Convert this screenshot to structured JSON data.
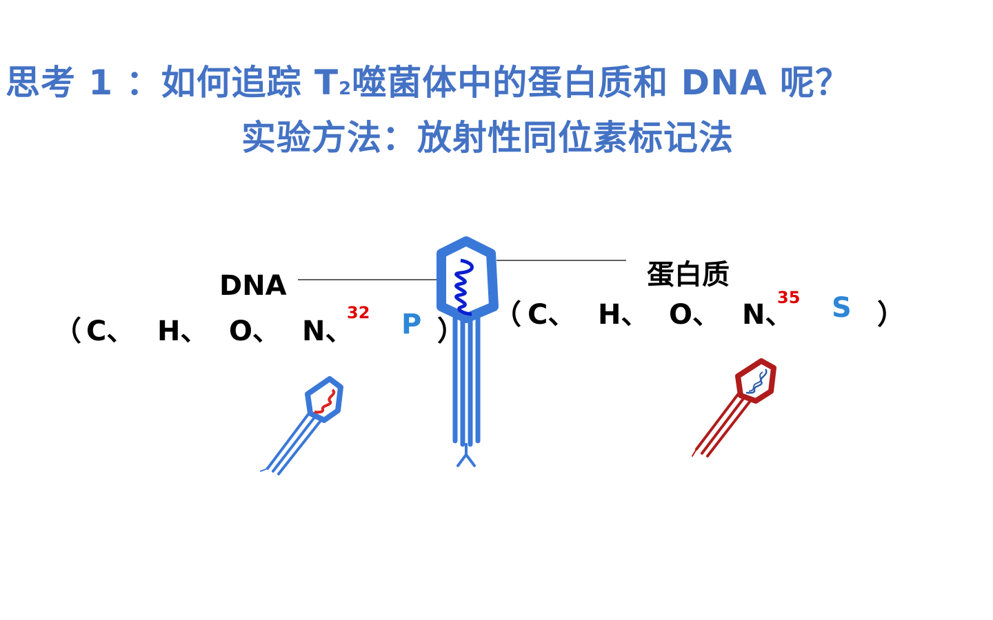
{
  "title": {
    "line1_prefix": "思考 1 ：如何追踪 T",
    "line1_subscript": "2",
    "line1_suffix": "噬菌体中的蛋白质和 DNA 呢？",
    "line2": "实验方法：放射性同位素标记法"
  },
  "dna": {
    "label": "DNA",
    "open_paren": "（",
    "elements": [
      "C、",
      "H、",
      "O、",
      "N、"
    ],
    "isotope_mass": "32",
    "isotope_element": "P",
    "close_paren": "）"
  },
  "protein": {
    "label": "蛋白质",
    "open_paren": "（",
    "elements": [
      "C、",
      "H、",
      "O、",
      "N、"
    ],
    "isotope_mass": "35",
    "isotope_element": "S",
    "close_paren": "）"
  },
  "colors": {
    "title": "#4472c4",
    "phage_blue": "#3a78d8",
    "phage_red": "#b01c1c",
    "isotope_mass": "#e00000",
    "isotope_element": "#2e86d6"
  },
  "icons": [
    "large-phage-icon",
    "small-blue-phage-icon",
    "small-red-phage-icon"
  ]
}
